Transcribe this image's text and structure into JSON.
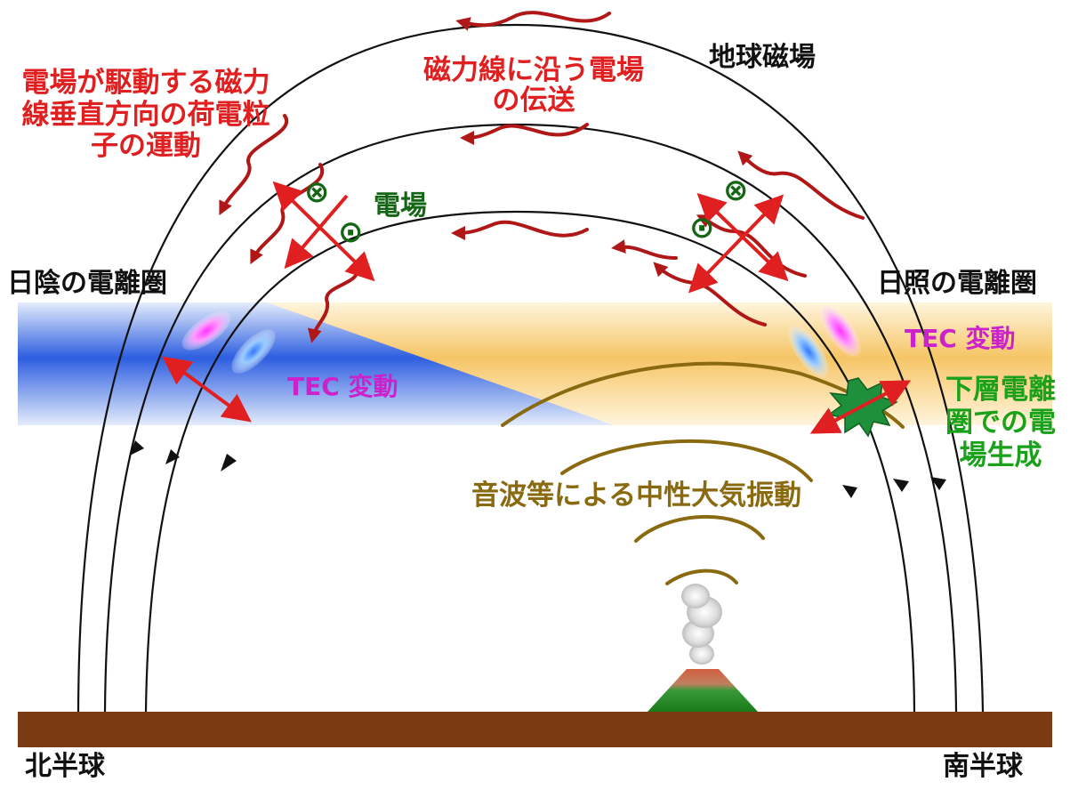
{
  "labels": {
    "earth_field": "地球磁場",
    "field_transport": [
      "磁力線に沿う電場",
      "の伝送"
    ],
    "particle_motion": [
      "電場が駆動する磁力",
      "線垂直方向の荷電粒",
      "子の運動"
    ],
    "e_field": "電場",
    "night_ionosphere": "日陰の電離圏",
    "day_ionosphere": "日照の電離圏",
    "tec_left": "TEC 変動",
    "tec_right": "TEC 変動",
    "lower_field": [
      "下層電離",
      "圏での電",
      "場生成"
    ],
    "acoustic": "音波等による中性大気振動",
    "north": "北半球",
    "south": "南半球"
  },
  "symbols": {
    "into_page": "⊗",
    "out_of_page": "⊙"
  },
  "colors": {
    "red": "#e02020",
    "green": "#1aa11a",
    "dark_green": "#146614",
    "magenta": "#cc22cc",
    "brown_text": "#8a6a10",
    "ground": "#7a3a12",
    "night_blue": "#2255dd",
    "day_yellow": "#f5c060"
  }
}
